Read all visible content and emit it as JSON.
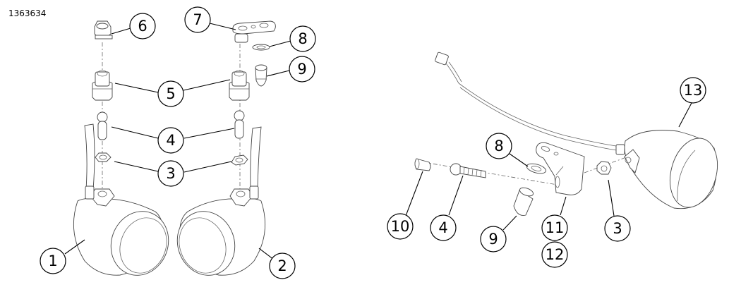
{
  "diagram": {
    "reference_number": "1363634",
    "type": "exploded-parts-view",
    "left_assembly": {
      "callouts": [
        {
          "id": "c1",
          "label": "1",
          "part": "turn-signal-lamp-left"
        },
        {
          "id": "c2",
          "label": "2",
          "part": "turn-signal-lamp-right"
        },
        {
          "id": "c3",
          "label": "3",
          "part": "hex-nut"
        },
        {
          "id": "c4",
          "label": "4",
          "part": "ball-stud"
        },
        {
          "id": "c5",
          "label": "5",
          "part": "hex-adapter"
        },
        {
          "id": "c6",
          "label": "6",
          "part": "lock-nut"
        },
        {
          "id": "c7",
          "label": "7",
          "part": "mounting-bracket"
        },
        {
          "id": "c8",
          "label": "8",
          "part": "lock-washer"
        },
        {
          "id": "c9",
          "label": "9",
          "part": "acorn-nut"
        }
      ]
    },
    "right_assembly": {
      "callouts": [
        {
          "id": "r8",
          "label": "8",
          "part": "lock-washer"
        },
        {
          "id": "r10",
          "label": "10",
          "part": "cap"
        },
        {
          "id": "r4",
          "label": "4",
          "part": "ball-stud"
        },
        {
          "id": "r9",
          "label": "9",
          "part": "acorn-nut"
        },
        {
          "id": "r11",
          "label": "11",
          "part": "bracket"
        },
        {
          "id": "r12",
          "label": "12",
          "part": "bracket-alt"
        },
        {
          "id": "r3",
          "label": "3",
          "part": "hex-nut"
        },
        {
          "id": "r13",
          "label": "13",
          "part": "turn-signal-lamp-with-harness"
        }
      ]
    }
  }
}
